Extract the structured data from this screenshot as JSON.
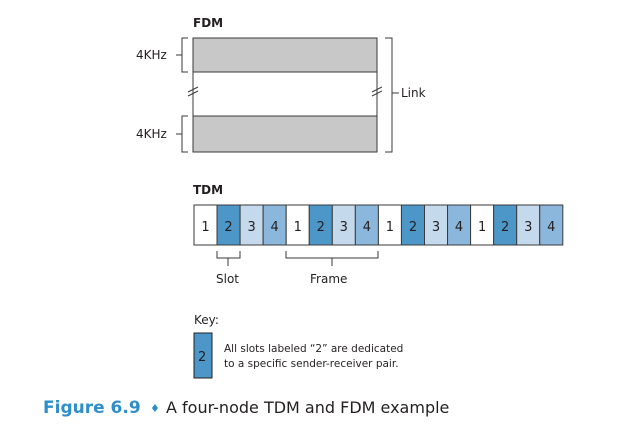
{
  "fdm": {
    "title": "FDM",
    "channels": [
      {
        "label": "4KHz"
      },
      {
        "label": "4KHz"
      }
    ],
    "link_label": "Link"
  },
  "tdm": {
    "title": "TDM",
    "slots": [
      "1",
      "2",
      "3",
      "4",
      "1",
      "2",
      "3",
      "4",
      "1",
      "2",
      "3",
      "4",
      "1",
      "2",
      "3",
      "4"
    ],
    "slot_colors": {
      "1": "#ffffff",
      "2": "#4d97c8",
      "3": "#c4d9ec",
      "4": "#8cb7dc"
    },
    "slot_label": "Slot",
    "frame_label": "Frame"
  },
  "key": {
    "title": "Key:",
    "swatch_label": "2",
    "swatch_color": "#4d97c8",
    "lines": [
      "All slots labeled “2” are dedicated",
      "to a specific sender-receiver pair."
    ]
  },
  "caption": {
    "number": "Figure 6.9",
    "separator": "♦",
    "text": "A four-node TDM and FDM example",
    "accent": "#2f8fc9"
  }
}
